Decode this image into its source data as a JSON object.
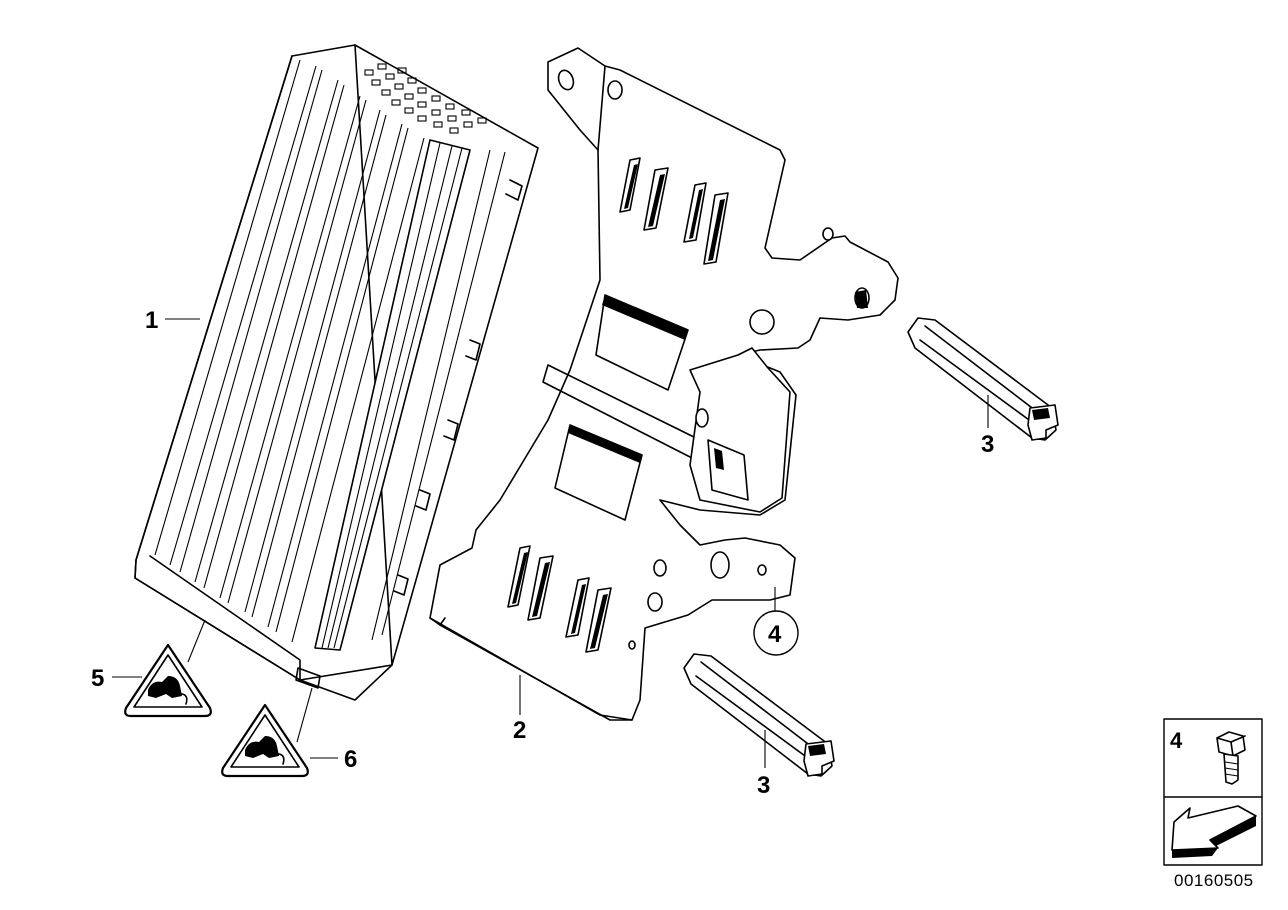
{
  "diagram": {
    "callouts": {
      "part_1": "1",
      "part_2": "2",
      "part_3_upper": "3",
      "part_3_lower": "3",
      "part_4_circle": "4",
      "part_5": "5",
      "part_6": "6"
    },
    "legend": {
      "item_number": "4"
    },
    "document_number": "00160505"
  }
}
